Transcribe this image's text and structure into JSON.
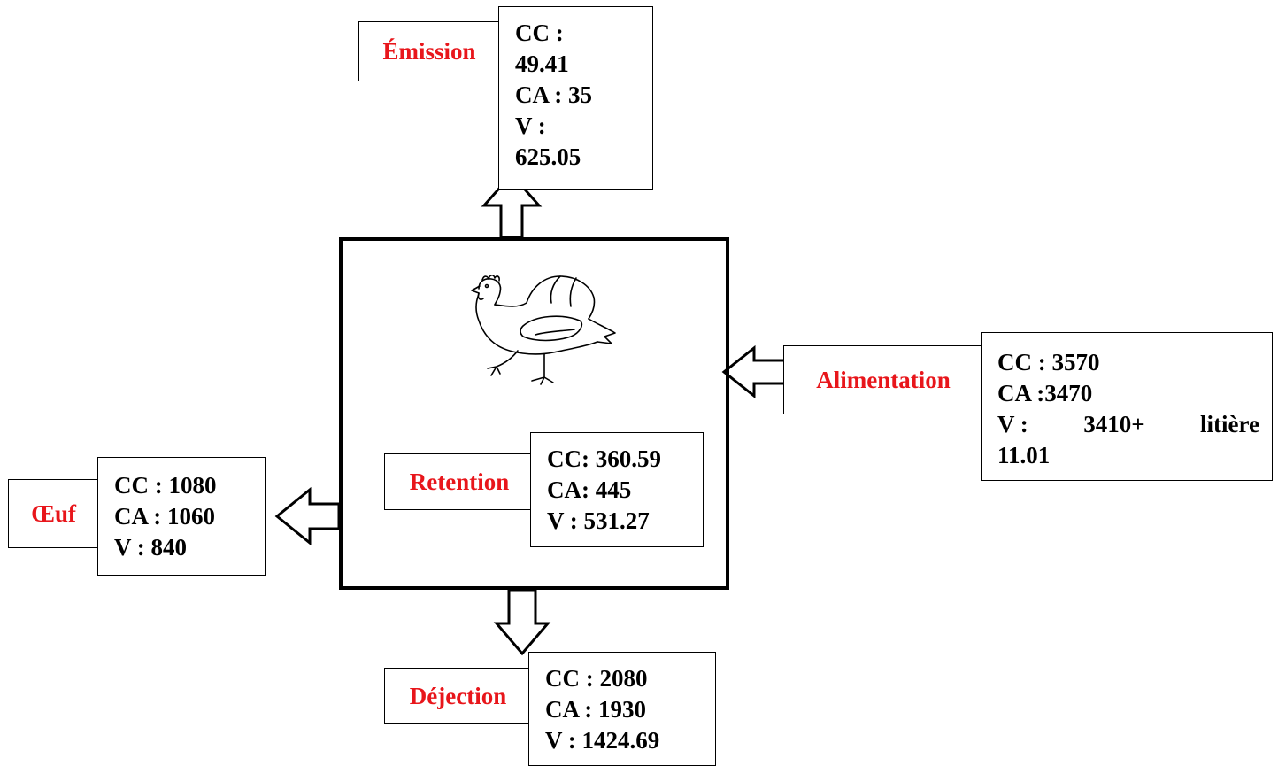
{
  "colors": {
    "label": "#e8161b",
    "text": "#000000"
  },
  "emission": {
    "label": "Émission",
    "lines": [
      "CC :",
      "49.41",
      "CA : 35",
      "V :",
      "625.05"
    ]
  },
  "alimentation": {
    "label": "Alimentation",
    "cc": "CC : 3570",
    "ca": "CA :3470",
    "v_prefix": "V :",
    "v_value": "3410+",
    "v_extra": "litière",
    "v_cont": "11.01"
  },
  "retention": {
    "label": "Retention",
    "lines": [
      "CC: 360.59",
      "CA: 445",
      "V : 531.27"
    ]
  },
  "oeuf": {
    "label": "Œuf",
    "lines": [
      "CC : 1080",
      "CA : 1060",
      "V : 840"
    ]
  },
  "dejection": {
    "label": "Déjection",
    "lines": [
      "CC : 2080",
      "CA : 1930",
      "V : 1424.69"
    ]
  },
  "icons": {
    "center": "hen-icon"
  }
}
